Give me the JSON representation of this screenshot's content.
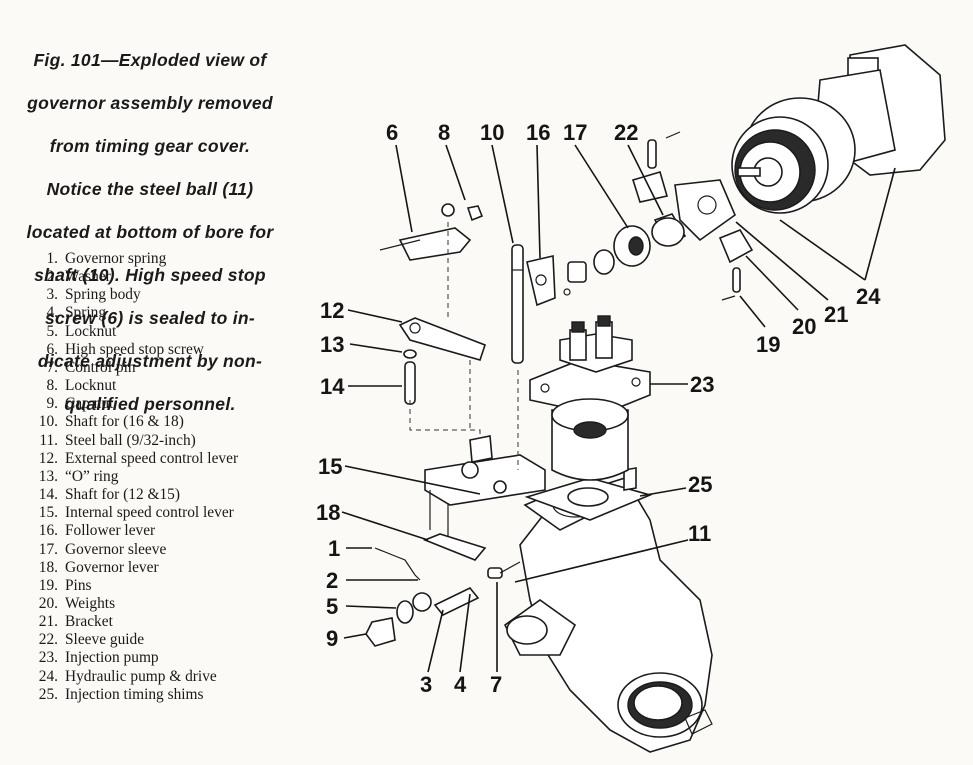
{
  "caption": "Fig. 101—Exploded view of governor assembly removed from timing gear cover. Notice the steel ball (11) located at bottom of bore for shaft (10). High speed stop screw (6) is sealed to indicate adjustment by non-qualified personnel.",
  "caption_lines": [
    "Fig. 101—Exploded view of",
    "governor assembly removed",
    "from timing gear cover.",
    "Notice the steel ball (11)",
    "located at bottom of bore for",
    "shaft (10). High speed stop",
    "screw (6) is sealed to in-",
    "dicate adjustment by non-",
    "qualified personnel."
  ],
  "legend": [
    {
      "num": "1.",
      "label": "Governor spring"
    },
    {
      "num": "2.",
      "label": "Washer"
    },
    {
      "num": "3.",
      "label": "Spring body"
    },
    {
      "num": "4.",
      "label": "Spring"
    },
    {
      "num": "5.",
      "label": "Locknut"
    },
    {
      "num": "6.",
      "label": "High speed stop screw"
    },
    {
      "num": "7.",
      "label": "Control pin"
    },
    {
      "num": "8.",
      "label": "Locknut"
    },
    {
      "num": "9.",
      "label": "Cap nut"
    },
    {
      "num": "10.",
      "label": "Shaft for (16 & 18)"
    },
    {
      "num": "11.",
      "label": "Steel ball (9/32-inch)"
    },
    {
      "num": "12.",
      "label": "External speed control lever"
    },
    {
      "num": "13.",
      "label": "“O” ring"
    },
    {
      "num": "14.",
      "label": "Shaft for (12 &15)"
    },
    {
      "num": "15.",
      "label": "Internal speed control lever"
    },
    {
      "num": "16.",
      "label": "Follower lever"
    },
    {
      "num": "17.",
      "label": "Governor sleeve"
    },
    {
      "num": "18.",
      "label": "Governor lever"
    },
    {
      "num": "19.",
      "label": "Pins"
    },
    {
      "num": "20.",
      "label": "Weights"
    },
    {
      "num": "21.",
      "label": "Bracket"
    },
    {
      "num": "22.",
      "label": "Sleeve guide"
    },
    {
      "num": "23.",
      "label": "Injection pump"
    },
    {
      "num": "24.",
      "label": "Hydraulic pump & drive"
    },
    {
      "num": "25.",
      "label": "Injection timing shims"
    }
  ],
  "callouts": {
    "c6": "6",
    "c8": "8",
    "c10": "10",
    "c16": "16",
    "c17": "17",
    "c22": "22",
    "c12": "12",
    "c13": "13",
    "c14": "14",
    "c15": "15",
    "c18": "18",
    "c1": "1",
    "c2": "2",
    "c5": "5",
    "c9": "9",
    "c3": "3",
    "c4": "4",
    "c7": "7",
    "c11": "11",
    "c23": "23",
    "c25": "25",
    "c19": "19",
    "c20": "20",
    "c21": "21",
    "c24": "24"
  }
}
